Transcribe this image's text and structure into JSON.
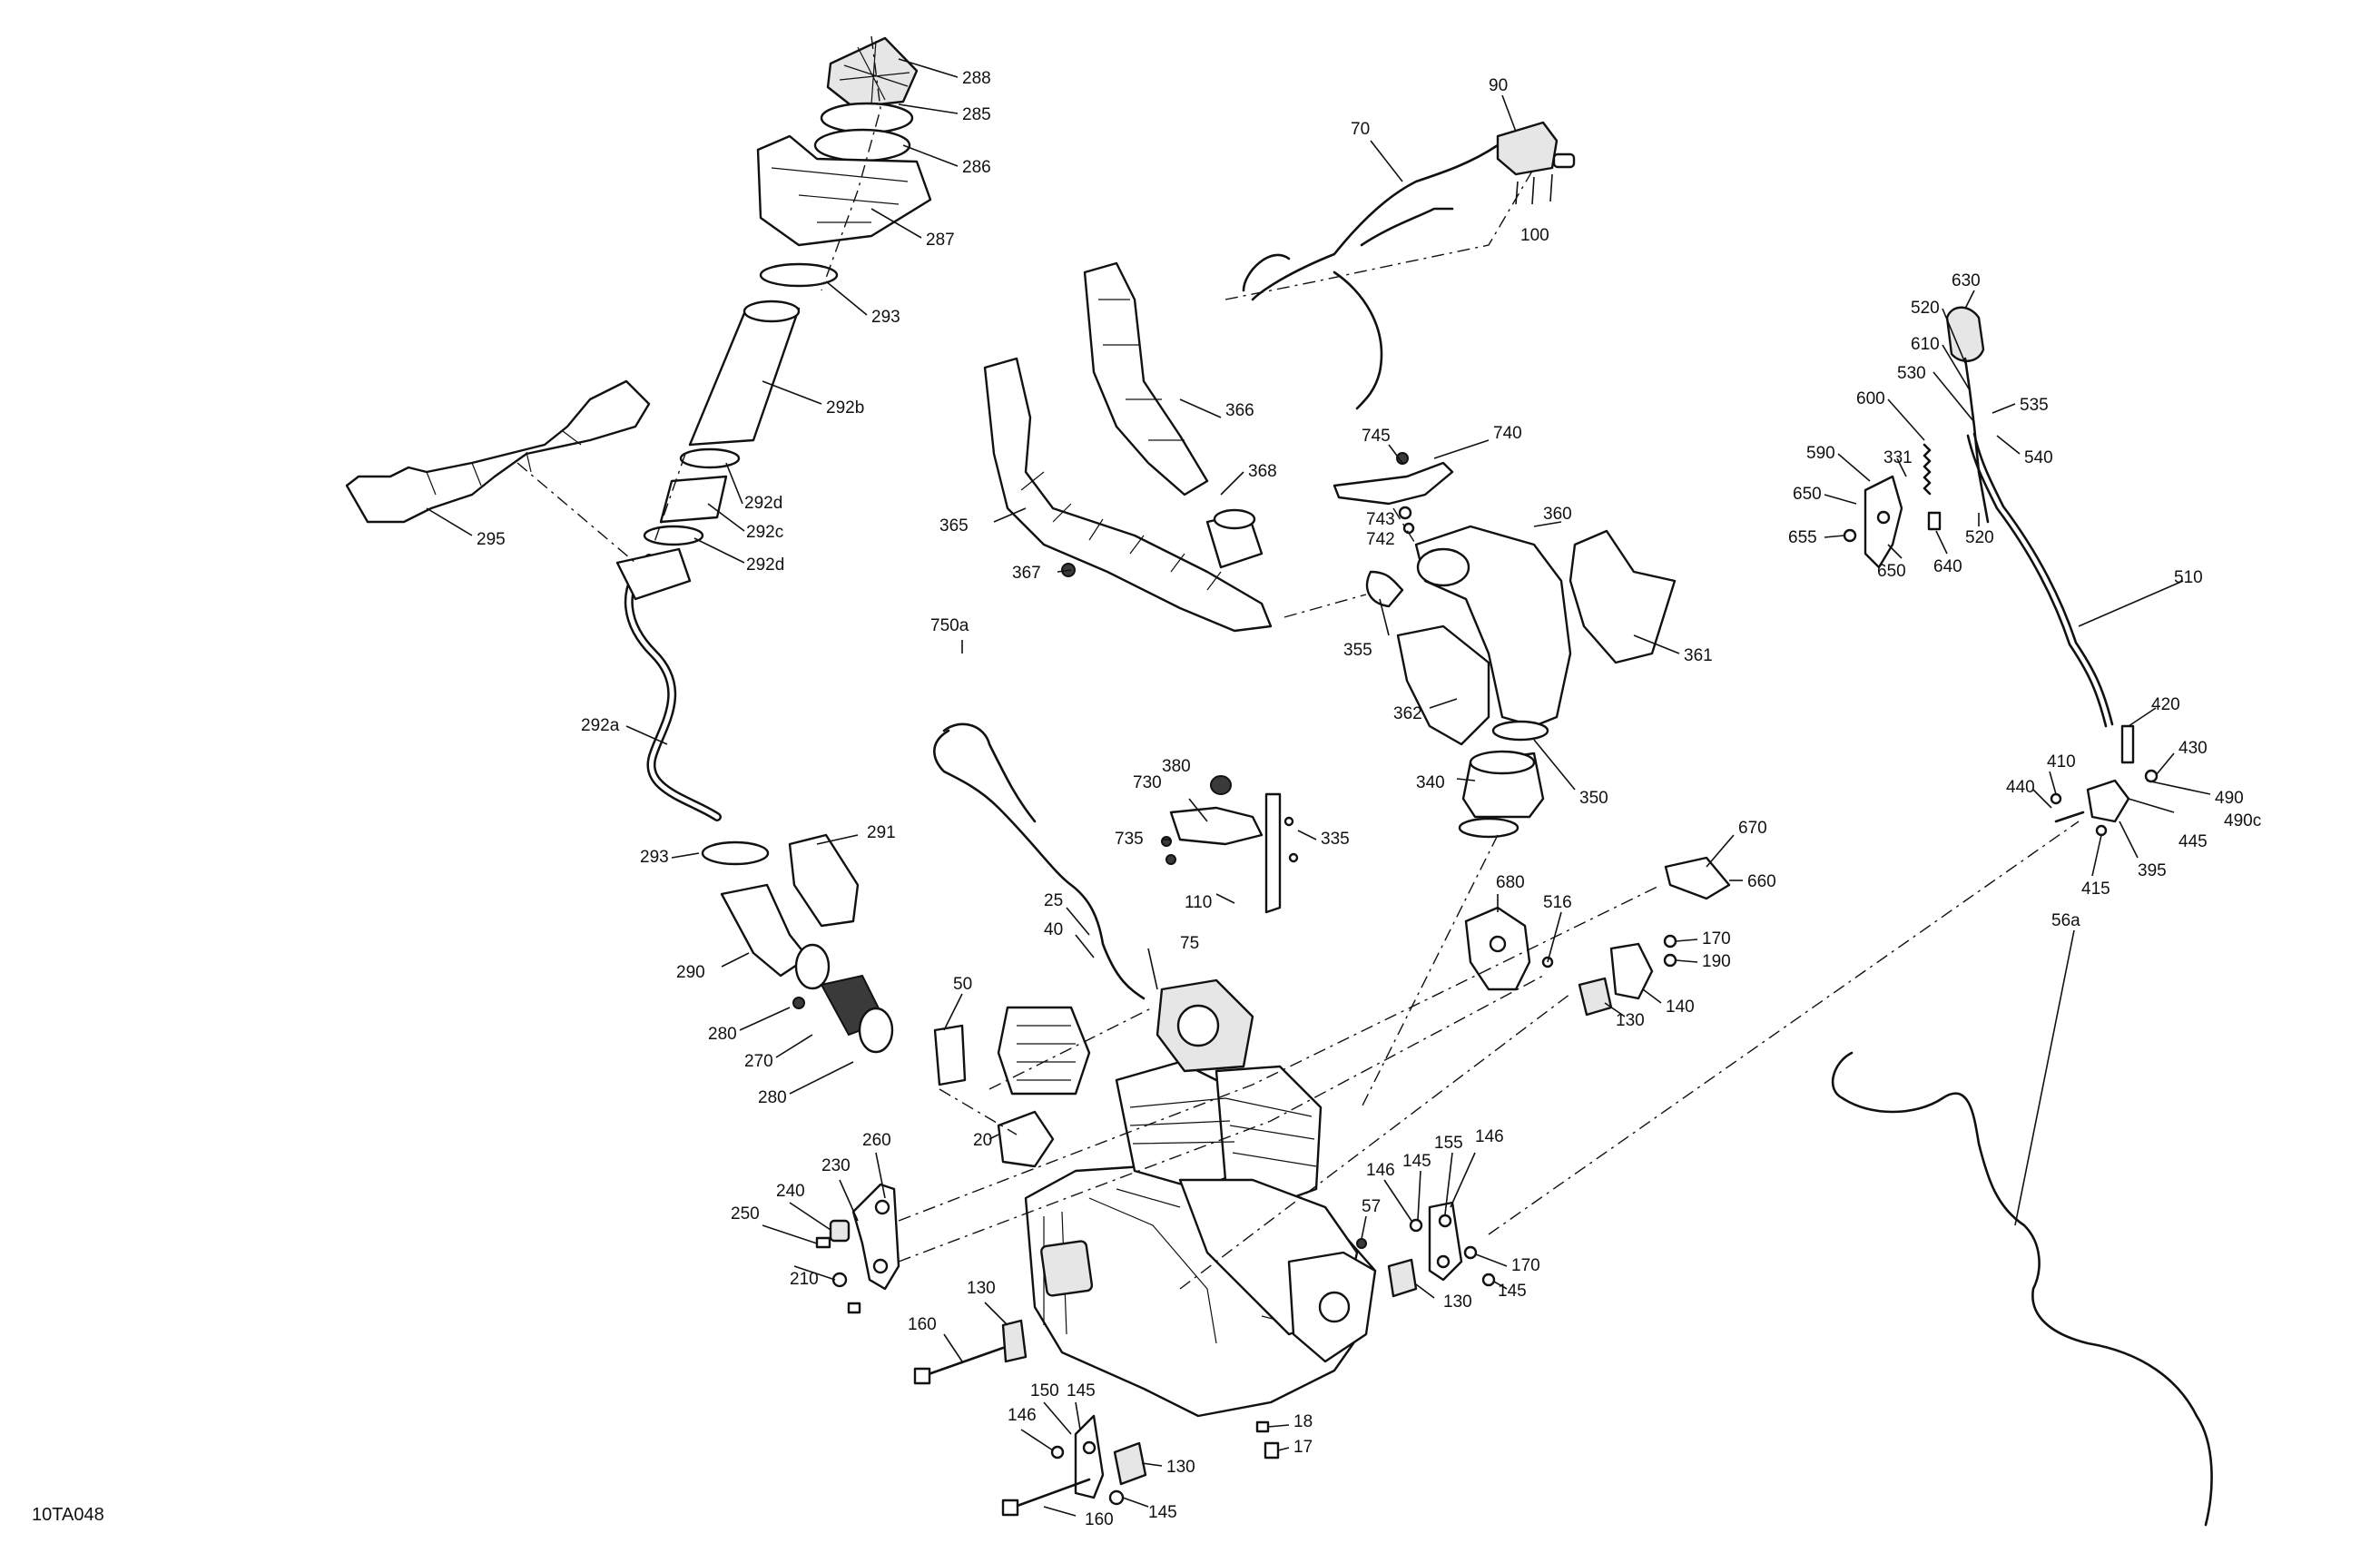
{
  "figure": {
    "reference_code": "10TA048"
  },
  "callouts": [
    {
      "id": "c288",
      "label": "288"
    },
    {
      "id": "c285",
      "label": "285"
    },
    {
      "id": "c286",
      "label": "286"
    },
    {
      "id": "c287",
      "label": "287"
    },
    {
      "id": "c293a",
      "label": "293"
    },
    {
      "id": "c292b",
      "label": "292b"
    },
    {
      "id": "c292d1",
      "label": "292d"
    },
    {
      "id": "c292c",
      "label": "292c"
    },
    {
      "id": "c292d2",
      "label": "292d"
    },
    {
      "id": "c295",
      "label": "295"
    },
    {
      "id": "c292a",
      "label": "292a"
    },
    {
      "id": "c293b",
      "label": "293"
    },
    {
      "id": "c291",
      "label": "291"
    },
    {
      "id": "c290",
      "label": "290"
    },
    {
      "id": "c280a",
      "label": "280"
    },
    {
      "id": "c270",
      "label": "270"
    },
    {
      "id": "c280b",
      "label": "280"
    },
    {
      "id": "c70",
      "label": "70"
    },
    {
      "id": "c90",
      "label": "90"
    },
    {
      "id": "c100",
      "label": "100"
    },
    {
      "id": "c366",
      "label": "366"
    },
    {
      "id": "c368",
      "label": "368"
    },
    {
      "id": "c365",
      "label": "365"
    },
    {
      "id": "c367",
      "label": "367"
    },
    {
      "id": "c745",
      "label": "745"
    },
    {
      "id": "c740",
      "label": "740"
    },
    {
      "id": "c743",
      "label": "743"
    },
    {
      "id": "c742",
      "label": "742"
    },
    {
      "id": "c360",
      "label": "360"
    },
    {
      "id": "c355",
      "label": "355"
    },
    {
      "id": "c361",
      "label": "361"
    },
    {
      "id": "c362",
      "label": "362"
    },
    {
      "id": "c340",
      "label": "340"
    },
    {
      "id": "c350",
      "label": "350"
    },
    {
      "id": "c750a",
      "label": "750a"
    },
    {
      "id": "c380",
      "label": "380"
    },
    {
      "id": "c730",
      "label": "730"
    },
    {
      "id": "c735",
      "label": "735"
    },
    {
      "id": "c335",
      "label": "335"
    },
    {
      "id": "c110",
      "label": "110"
    },
    {
      "id": "c25",
      "label": "25"
    },
    {
      "id": "c40",
      "label": "40"
    },
    {
      "id": "c75",
      "label": "75"
    },
    {
      "id": "c50",
      "label": "50"
    },
    {
      "id": "c20",
      "label": "20"
    },
    {
      "id": "c670",
      "label": "670"
    },
    {
      "id": "c660",
      "label": "660"
    },
    {
      "id": "c680",
      "label": "680"
    },
    {
      "id": "c516",
      "label": "516"
    },
    {
      "id": "c170a",
      "label": "170"
    },
    {
      "id": "c190",
      "label": "190"
    },
    {
      "id": "c140",
      "label": "140"
    },
    {
      "id": "c130a",
      "label": "130"
    },
    {
      "id": "c630",
      "label": "630"
    },
    {
      "id": "c520a",
      "label": "520"
    },
    {
      "id": "c610",
      "label": "610"
    },
    {
      "id": "c530",
      "label": "530"
    },
    {
      "id": "c535",
      "label": "535"
    },
    {
      "id": "c600",
      "label": "600"
    },
    {
      "id": "c540",
      "label": "540"
    },
    {
      "id": "c590",
      "label": "590"
    },
    {
      "id": "c331",
      "label": "331"
    },
    {
      "id": "c650a",
      "label": "650"
    },
    {
      "id": "c655",
      "label": "655"
    },
    {
      "id": "c520b",
      "label": "520"
    },
    {
      "id": "c650b",
      "label": "650"
    },
    {
      "id": "c640",
      "label": "640"
    },
    {
      "id": "c510",
      "label": "510"
    },
    {
      "id": "c420",
      "label": "420"
    },
    {
      "id": "c430",
      "label": "430"
    },
    {
      "id": "c410",
      "label": "410"
    },
    {
      "id": "c440",
      "label": "440"
    },
    {
      "id": "c490",
      "label": "490"
    },
    {
      "id": "c490c",
      "label": "490c"
    },
    {
      "id": "c445",
      "label": "445"
    },
    {
      "id": "c415",
      "label": "415"
    },
    {
      "id": "c395",
      "label": "395"
    },
    {
      "id": "c56a",
      "label": "56a"
    },
    {
      "id": "c260",
      "label": "260"
    },
    {
      "id": "c230",
      "label": "230"
    },
    {
      "id": "c240",
      "label": "240"
    },
    {
      "id": "c250",
      "label": "250"
    },
    {
      "id": "c210",
      "label": "210"
    },
    {
      "id": "c130b",
      "label": "130"
    },
    {
      "id": "c160a",
      "label": "160"
    },
    {
      "id": "c145a",
      "label": "145"
    },
    {
      "id": "c150",
      "label": "150"
    },
    {
      "id": "c146a",
      "label": "146"
    },
    {
      "id": "c130c",
      "label": "130"
    },
    {
      "id": "c145b",
      "label": "145"
    },
    {
      "id": "c160b",
      "label": "160"
    },
    {
      "id": "c18",
      "label": "18"
    },
    {
      "id": "c17",
      "label": "17"
    },
    {
      "id": "c57",
      "label": "57"
    },
    {
      "id": "c145c",
      "label": "145"
    },
    {
      "id": "c155",
      "label": "155"
    },
    {
      "id": "c146b",
      "label": "146"
    },
    {
      "id": "c146c",
      "label": "146"
    },
    {
      "id": "c170b",
      "label": "170"
    },
    {
      "id": "c145d",
      "label": "145"
    },
    {
      "id": "c130d",
      "label": "130"
    }
  ]
}
